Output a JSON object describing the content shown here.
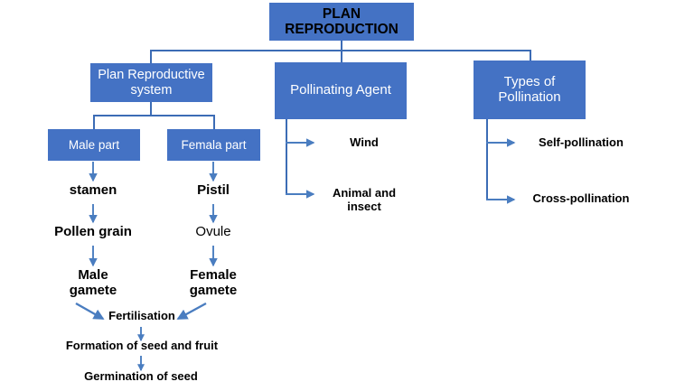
{
  "diagram": {
    "title_node": {
      "label": "PLAN\nREPRODUCTION"
    },
    "level1": [
      {
        "label": "Plan Reproductive\nsystem"
      },
      {
        "label": "Pollinating Agent"
      },
      {
        "label": "Types of\nPollination"
      }
    ],
    "reproductive_system": {
      "parts": [
        {
          "label": "Male part"
        },
        {
          "label": "Femala part"
        }
      ],
      "male_chain": [
        {
          "label": "stamen"
        },
        {
          "label": "Pollen grain"
        },
        {
          "label": "Male\ngamete"
        }
      ],
      "female_chain": [
        {
          "label": "Pistil"
        },
        {
          "label": "Ovule"
        },
        {
          "label": "Female\ngamete"
        }
      ],
      "outcome_chain": [
        {
          "label": "Fertilisation"
        },
        {
          "label": "Formation of seed and fruit"
        },
        {
          "label": "Germination of seed"
        }
      ]
    },
    "pollinating_agents": [
      {
        "label": "Wind"
      },
      {
        "label": "Animal and\ninsect"
      }
    ],
    "pollination_types": [
      {
        "label": "Self-pollination"
      },
      {
        "label": "Cross-pollination"
      }
    ],
    "colors": {
      "box_fill": "#4472C4",
      "connector": "#3C6CB5",
      "box_text_light": "#FFFFFF",
      "text_dark": "#000000",
      "background": "#FFFFFF"
    }
  }
}
